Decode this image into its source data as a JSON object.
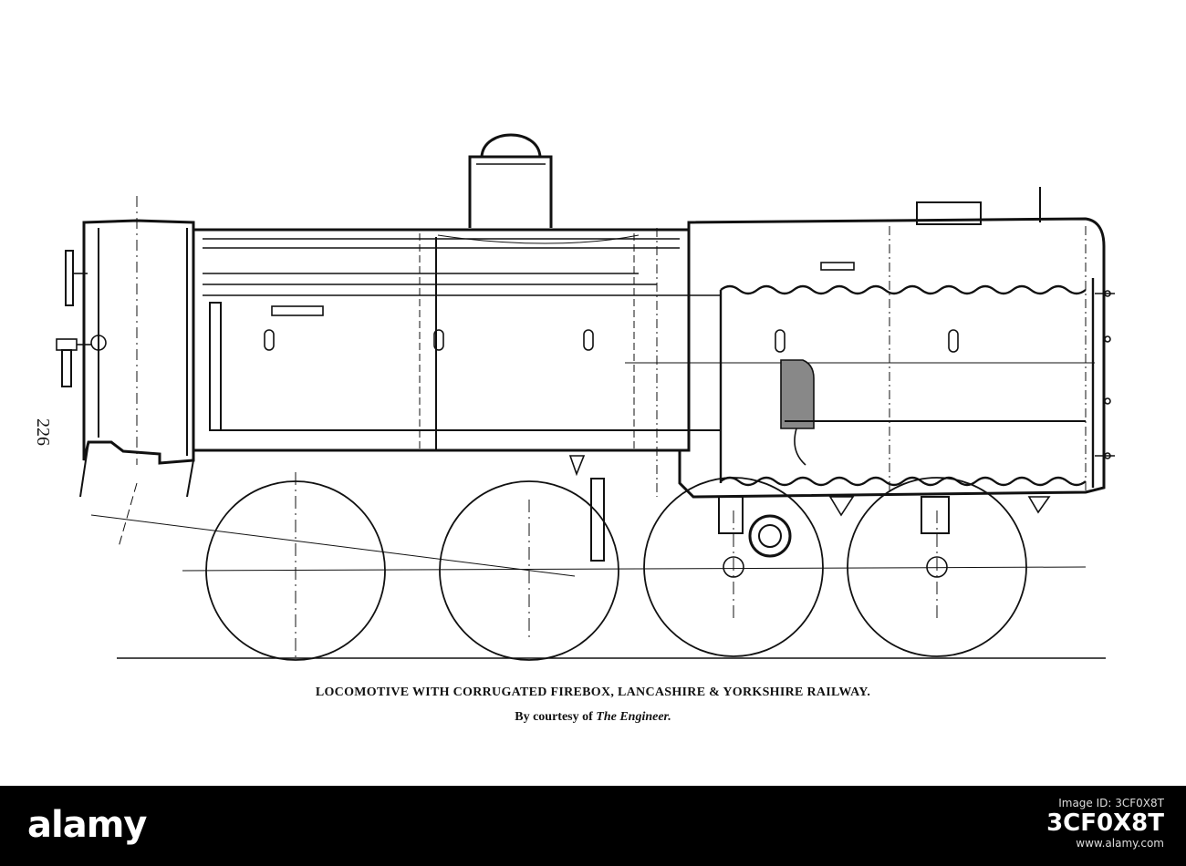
{
  "page": {
    "page_number": "226",
    "caption_title": "LOCOMOTIVE WITH CORRUGATED FIREBOX, LANCASHIRE & YORKSHIRE RAILWAY.",
    "caption_credit_prefix": "By courtesy of",
    "caption_credit_source": "The Engineer."
  },
  "stock": {
    "logo": "alamy",
    "image_id_label": "Image ID: 3CF0X8T",
    "image_id": "3CF0X8T",
    "url": "www.alamy.com"
  },
  "colors": {
    "ink": "#111111",
    "paper": "#ffffff",
    "bar": "#000000"
  }
}
